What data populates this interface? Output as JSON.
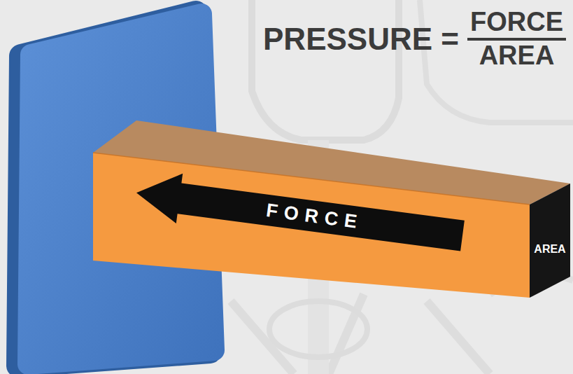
{
  "diagram": {
    "nodes": [
      {
        "text": [
          "FORCE"
        ]
      },
      {
        "text": [
          "AREA"
        ]
      }
    ],
    "labels": [
      "PRESSURE =",
      "FORCE",
      "AREA"
    ]
  }
}
